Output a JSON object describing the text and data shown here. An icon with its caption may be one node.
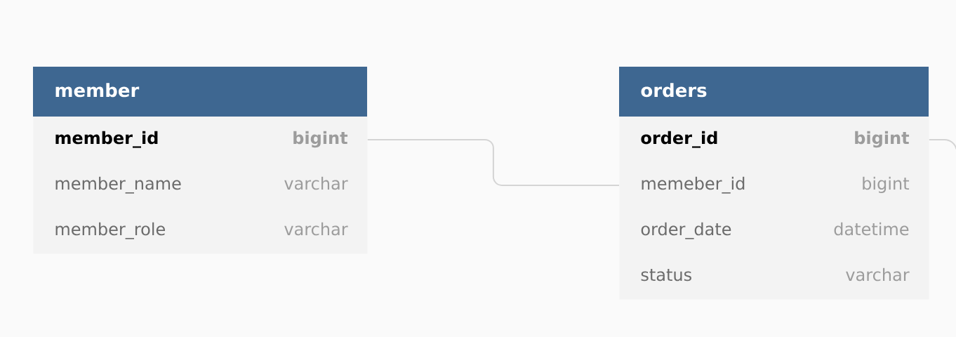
{
  "diagram": {
    "nodes": [
      {
        "text": [
          "member"
        ]
      },
      {
        "text": [
          "member_id",
          "bigint"
        ],
        "in": 0
      },
      {
        "text": [
          "member_name",
          "varchar"
        ],
        "in": 0
      },
      {
        "text": [
          "member_role",
          "varchar"
        ],
        "in": 0
      },
      {
        "text": [
          "orders"
        ]
      },
      {
        "text": [
          "order_id",
          "bigint"
        ],
        "in": 4
      },
      {
        "text": [
          "memeber_id",
          "bigint"
        ],
        "in": 4
      },
      {
        "text": [
          "order_date",
          "datetime"
        ],
        "in": 4
      },
      {
        "text": [
          "status",
          "varchar"
        ],
        "in": 4
      }
    ],
    "edges": [
      {
        "from": 1,
        "to": 6,
        "arrow": "none"
      },
      {
        "from": 5,
        "to": null,
        "arrow": "none"
      }
    ]
  }
}
